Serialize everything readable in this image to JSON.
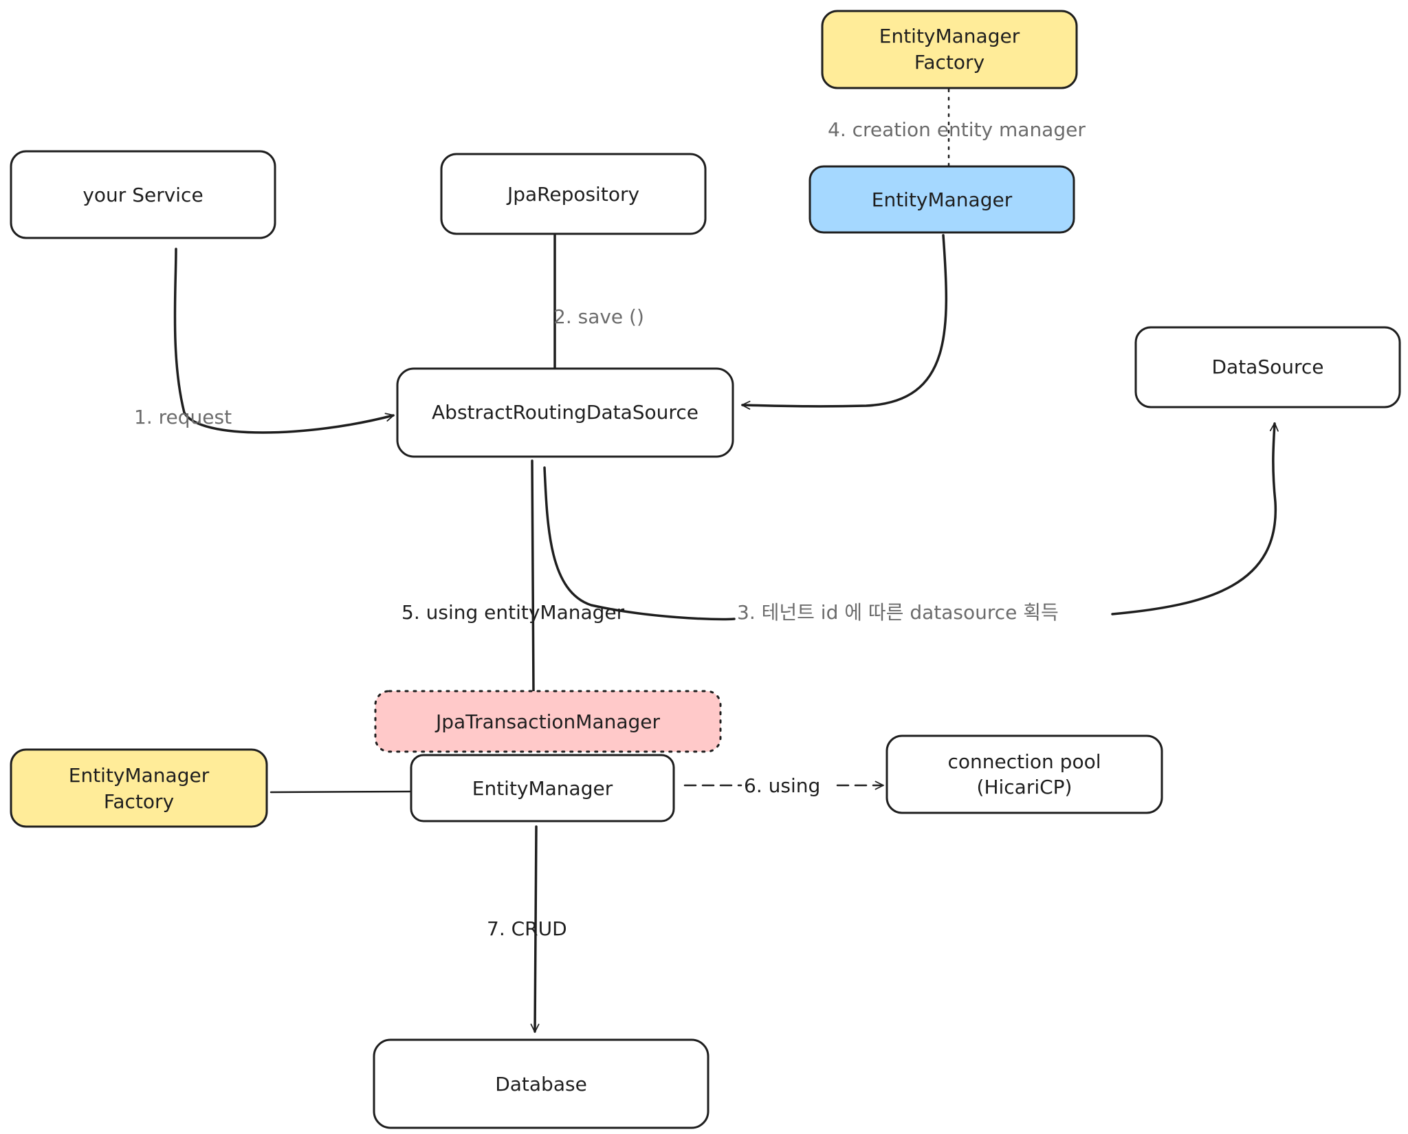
{
  "colors": {
    "stroke": "#1e1e1e",
    "yellow": "#ffec99",
    "blue": "#a5d8ff",
    "pink": "#ffc9c9",
    "white": "#ffffff",
    "label_gray": "#6b6b6b"
  },
  "nodes": {
    "emf_top": {
      "line1": "EntityManager",
      "line2": "Factory"
    },
    "your_service": "your Service",
    "jpa_repository": "JpaRepository",
    "entity_manager_top": "EntityManager",
    "datasource": "DataSource",
    "abstract_routing": "AbstractRoutingDataSource",
    "jpa_tx_manager": "JpaTransactionManager",
    "emf_bottom": {
      "line1": "EntityManager",
      "line2": "Factory"
    },
    "entity_manager_bottom": "EntityManager",
    "connection_pool": {
      "line1": "connection pool",
      "line2": "(HicariCP)"
    },
    "database": "Database"
  },
  "edges": {
    "request": "1. request",
    "save": "2. save ()",
    "datasource_lookup": "3. 테넌트 id 에 따른 datasource 획득",
    "creation": "4. creation entity manager",
    "using_em": "5. using entityManager",
    "using_pool": "6. using",
    "crud": "7.  CRUD"
  }
}
